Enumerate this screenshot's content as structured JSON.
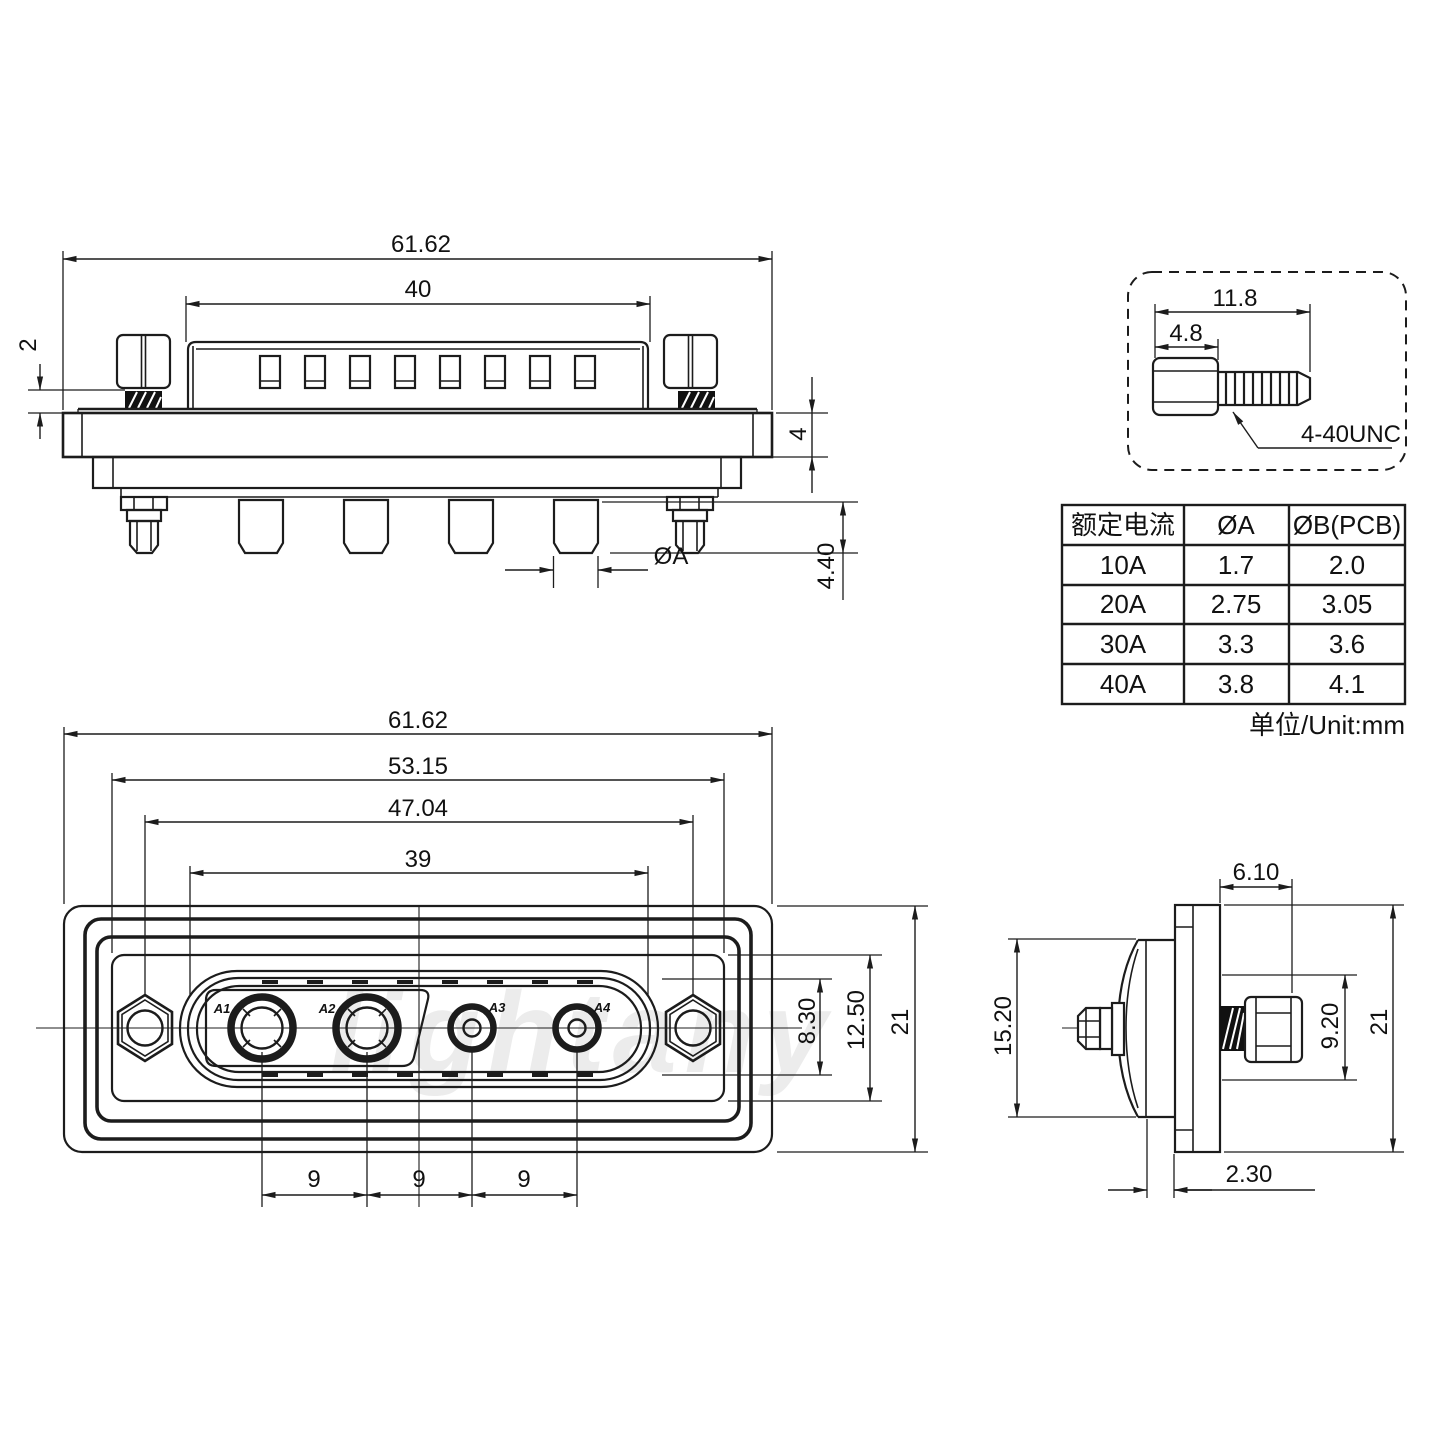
{
  "top_view": {
    "overall_width": "61.62",
    "body_width": "40",
    "thread_exposed": "2",
    "flange_thickness": "4",
    "pin_length": "4.40",
    "pin_dia_label": "ØA"
  },
  "screw_detail": {
    "total_length": "11.8",
    "head_length": "4.8",
    "thread_label": "4-40UNC"
  },
  "table": {
    "headers": [
      "额定电流",
      "ØA",
      "ØB(PCB)"
    ],
    "rows": [
      [
        "10A",
        "1.7",
        "2.0"
      ],
      [
        "20A",
        "2.75",
        "3.05"
      ],
      [
        "30A",
        "3.3",
        "3.6"
      ],
      [
        "40A",
        "3.8",
        "4.1"
      ]
    ],
    "unit_note": "单位/Unit:mm"
  },
  "front_view": {
    "overall_width": "61.62",
    "panel_width": "53.15",
    "mount_span": "47.04",
    "insert_width": "39",
    "opening_height": "8.30",
    "panel_height": "12.50",
    "overall_height": "21",
    "pitches": [
      "9",
      "9",
      "9"
    ],
    "contacts": [
      "A1",
      "A2",
      "A3",
      "A4"
    ]
  },
  "side_view": {
    "screw_protrusion": "6.10",
    "body_height": "15.20",
    "screw_dia": "9.20",
    "overall_height": "21",
    "rear_offset": "2.30"
  },
  "watermark": "lightany"
}
